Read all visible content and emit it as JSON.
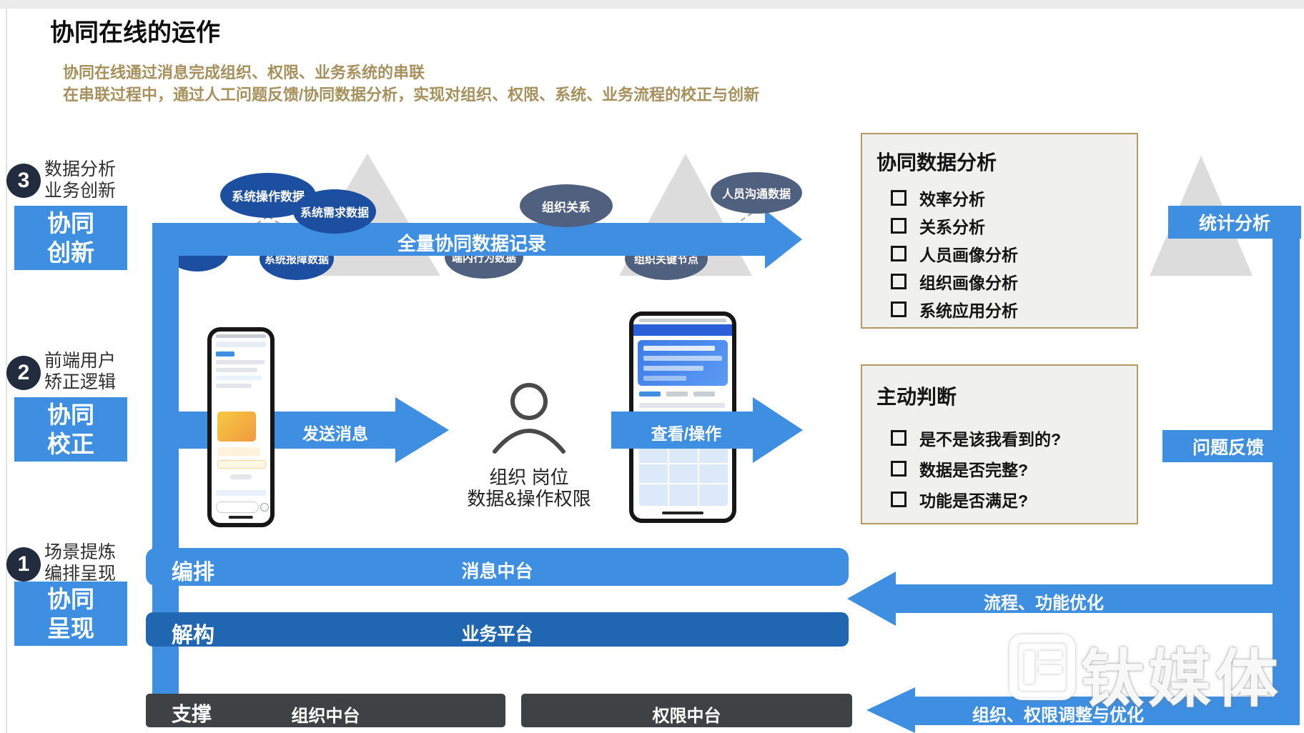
{
  "header": {
    "title": "协同在线的运作",
    "subtitle1": "协同在线通过消息完成组织、权限、业务系统的串联",
    "subtitle2": "在串联过程中，通过人工问题反馈/协同数据分析，实现对组织、权限、系统、业务流程的校正与创新"
  },
  "left_rail": {
    "items": [
      {
        "number": "3",
        "caption1": "数据分析",
        "caption2": "业务创新",
        "box1": "协同",
        "box2": "创新"
      },
      {
        "number": "2",
        "caption1": "前端用户",
        "caption2": "矫正逻辑",
        "box1": "协同",
        "box2": "校正"
      },
      {
        "number": "1",
        "caption1": "场景提炼",
        "caption2": "编排呈现",
        "box1": "协同",
        "box2": "呈现"
      }
    ]
  },
  "flow": {
    "top_ellipses": [
      "系统操作数据",
      "系统需求数据",
      "组织关系",
      "人员沟通数据"
    ],
    "bottom_ellipses": [
      "系统报障数据",
      "端内行为数据",
      "组织关键节点"
    ],
    "main_arrow": "全量协同数据记录",
    "send_arrow": "发送消息",
    "view_arrow": "查看/操作",
    "person_caption1": "组织 岗位",
    "person_caption2": "数据&操作权限"
  },
  "right_panel": {
    "analysis_box": {
      "title": "协同数据分析",
      "items": [
        "效率分析",
        "关系分析",
        "人员画像分析",
        "组织画像分析",
        "系统应用分析"
      ]
    },
    "judgement_box": {
      "title": "主动判断",
      "items": [
        "是不是该我看到的?",
        "数据是否完整?",
        "功能是否满足?"
      ]
    },
    "stat_label": "统计分析",
    "feedback_label": "问题反馈"
  },
  "bottom": {
    "orchestrate_label": "编排",
    "message_platform": "消息中台",
    "deconstruct_label": "解构",
    "business_platform": "业务平台",
    "support_label": "支撑",
    "org_platform": "组织中台",
    "perm_platform": "权限中台",
    "optimize_arrow": "流程、功能优化",
    "adjust_arrow": "组织、权限调整与优化"
  },
  "watermark": {
    "text": "钛媒体"
  },
  "colors": {
    "accent_blue": "#3E8EE2",
    "deep_blue": "#2166B0",
    "navy_ellipse": "#1D4FA1",
    "slate_ellipse": "#50607F",
    "dark_bar": "#3F4245",
    "gold_text": "#A6905C",
    "panel_border": "#B49A62",
    "panel_bg": "#F0F0EF",
    "number_circle": "#232B3F"
  }
}
